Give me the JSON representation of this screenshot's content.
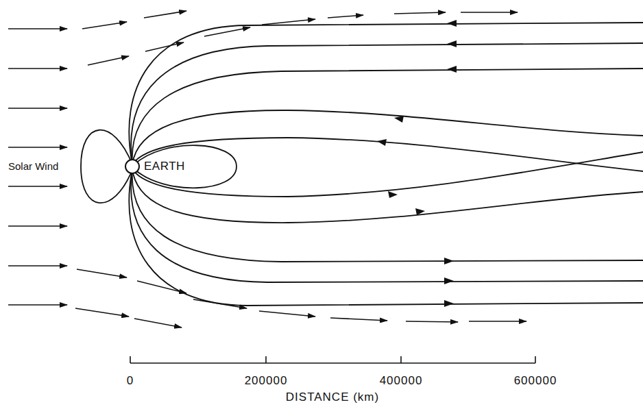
{
  "diagram": {
    "nodes": [
      {
        "text": [
          "EARTH"
        ]
      }
    ],
    "labels": [
      "Solar Wind",
      "0",
      "200000",
      "400000",
      "600000",
      "DISTANCE (km)"
    ]
  }
}
